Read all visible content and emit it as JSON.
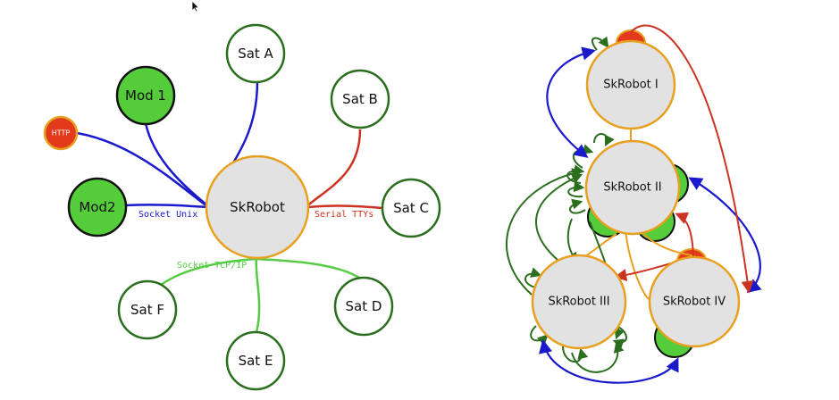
{
  "left_diagram": {
    "center": {
      "label": "SkRobot"
    },
    "satellites": {
      "sat_a": "Sat A",
      "sat_b": "Sat B",
      "sat_c": "Sat C",
      "sat_d": "Sat D",
      "sat_e": "Sat E",
      "sat_f": "Sat F"
    },
    "modules": {
      "mod1": "Mod 1",
      "mod2": "Mod2"
    },
    "http": "HTTP",
    "edge_labels": {
      "socket_unix": "Socket Unix",
      "serial_ttys": "Serial TTYs",
      "socket_tcpip": "Socket TCP/IP"
    }
  },
  "right_diagram": {
    "robots": {
      "r1": "SkRobot I",
      "r2": "SkRobot II",
      "r3": "SkRobot III",
      "r4": "SkRobot IV"
    }
  },
  "colors": {
    "unix": "#1a1acc",
    "serial": "#cc3322",
    "tcp": "#55cc44",
    "satellite_ring": "#2a6e1e",
    "core_ring": "#e8a020",
    "core_fill": "#e2e2e2",
    "module_fill": "#55cc3a",
    "http_fill": "#e23a1a"
  }
}
